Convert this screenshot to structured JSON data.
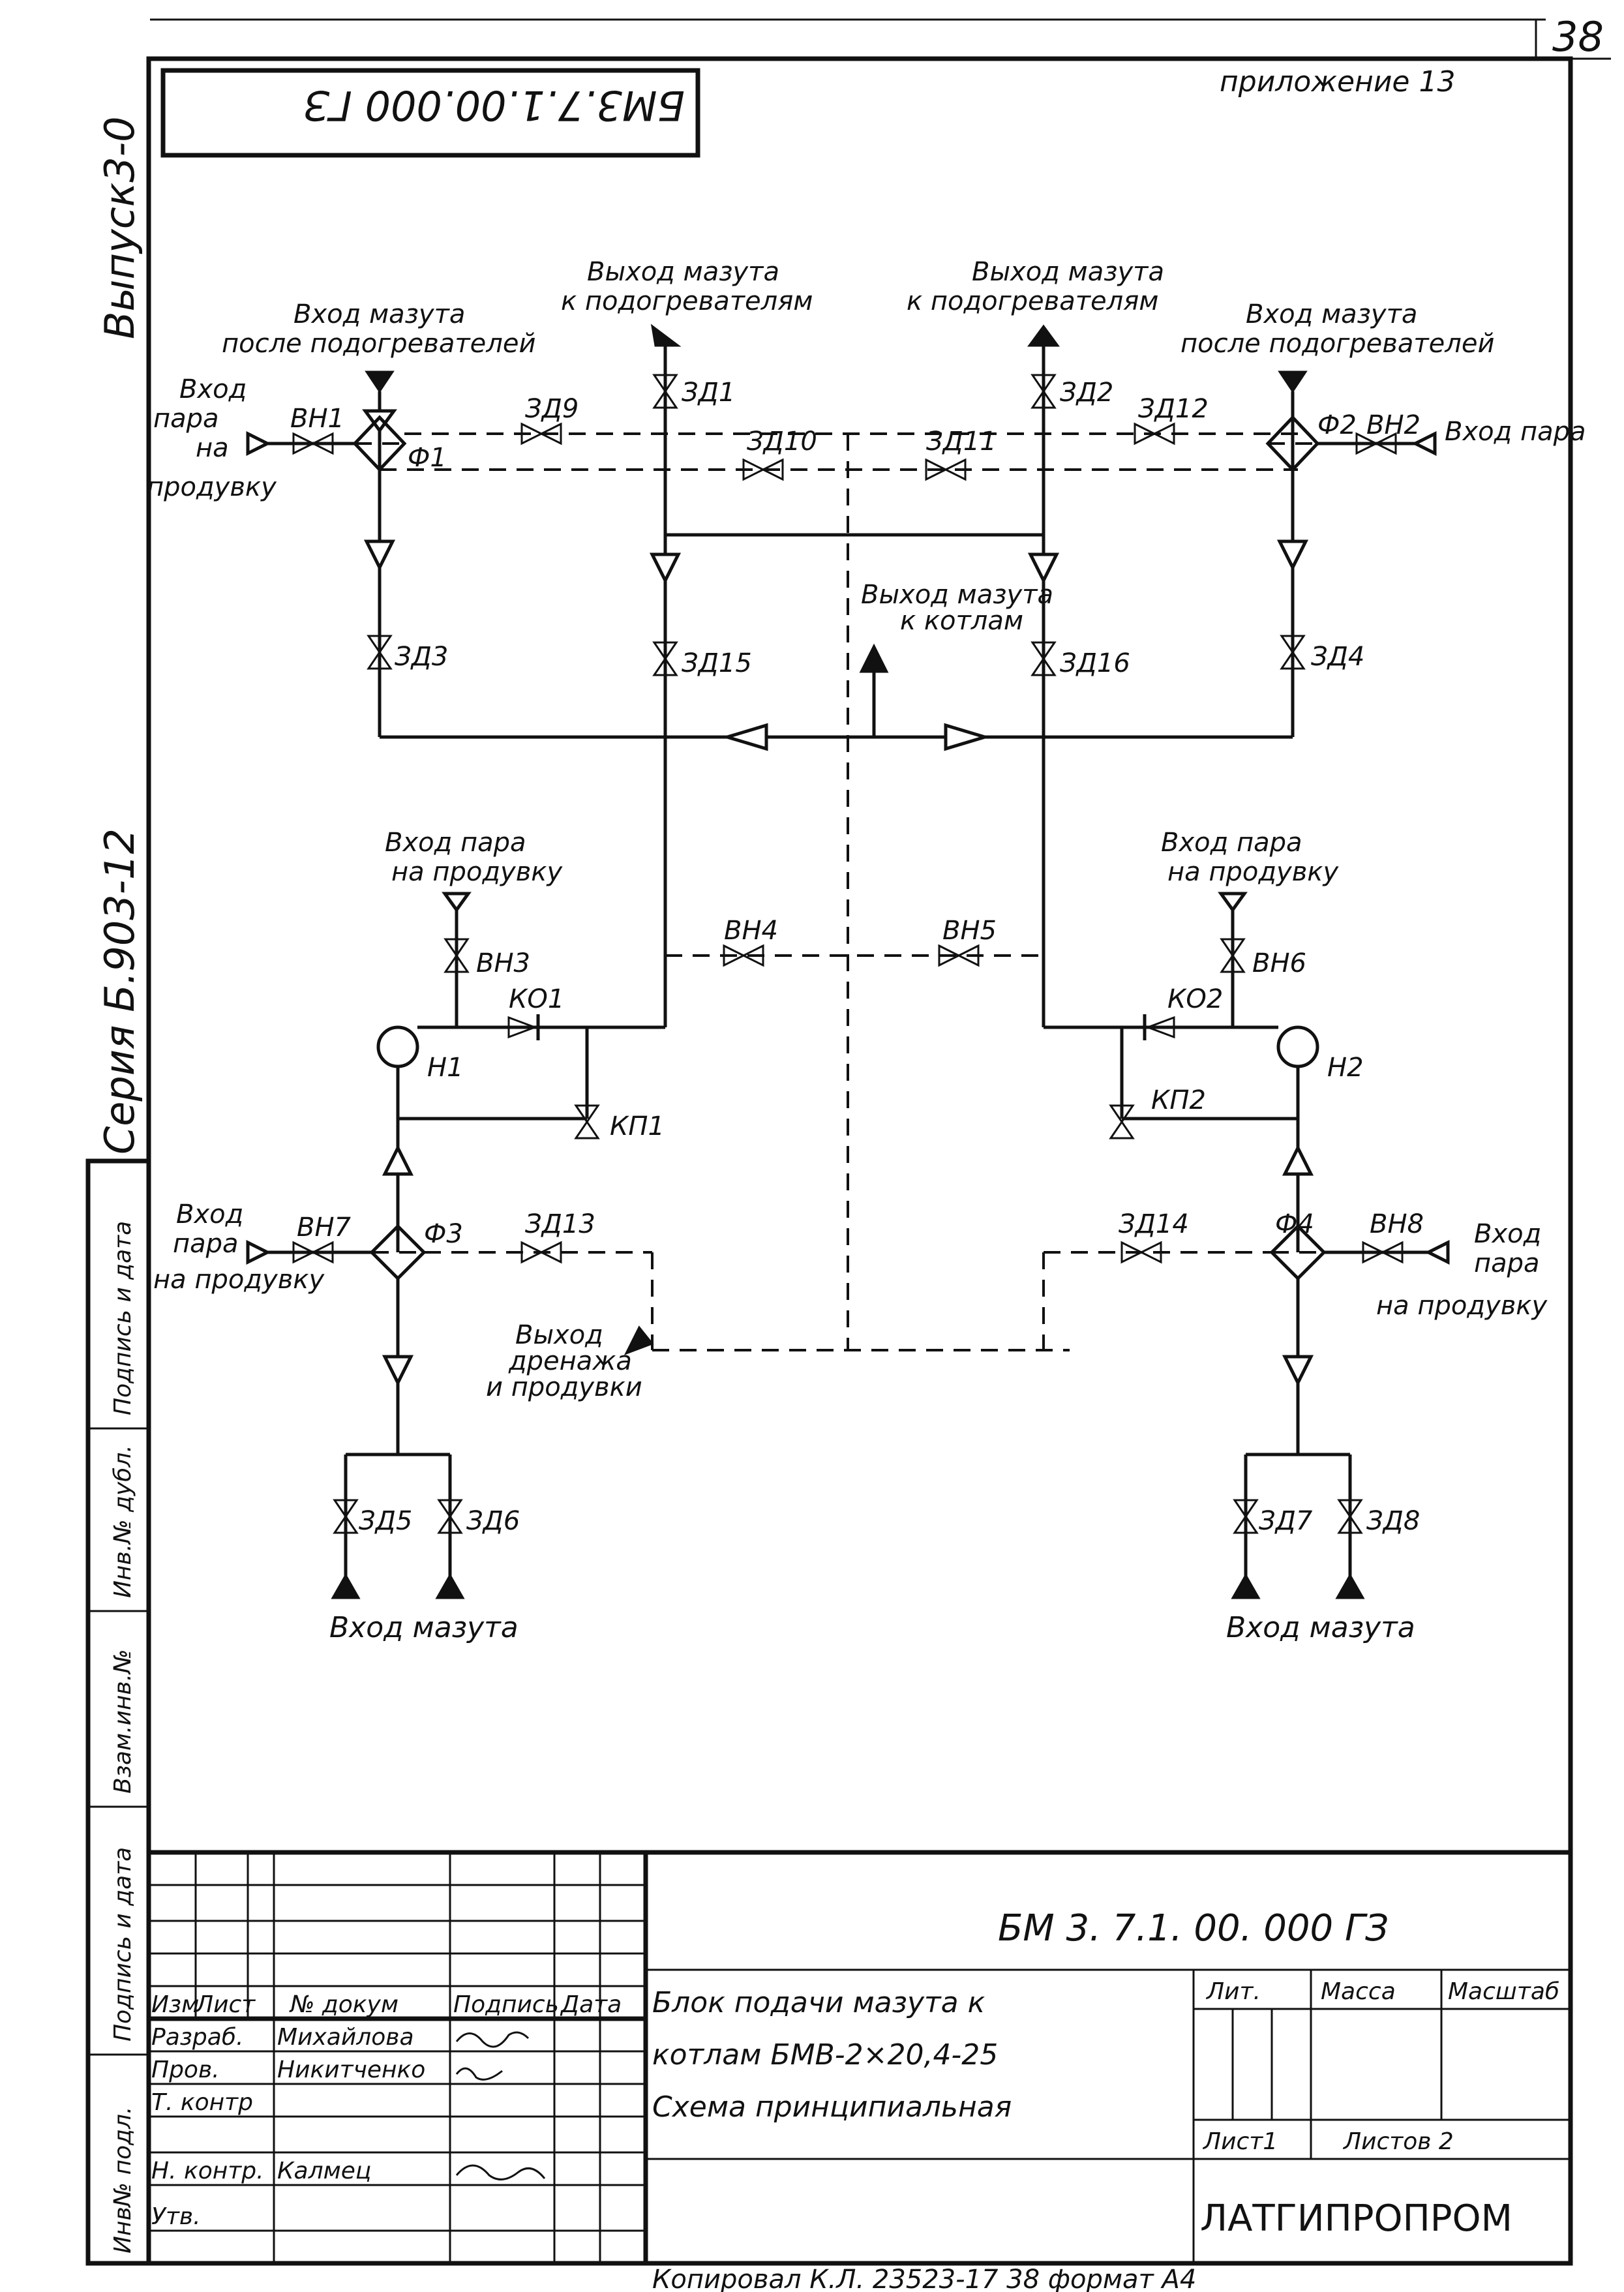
{
  "sheet": {
    "page_number": "38",
    "appendix": "приложение 13",
    "doc_code_rotated": "БМ3.7.1.00.000 ГЗ",
    "side_issue": "Выпуск3-0",
    "side_series": "Серия Б.903-12"
  },
  "margin_columns": [
    "Инв№ подл.",
    "Подпись и дата",
    "Взам.инв.№",
    "Инв.№ дубл.",
    "Подпись и дата"
  ],
  "diagram": {
    "in_fuel_after_heater_left": [
      "Вход мазута",
      "после подогревателей"
    ],
    "out_fuel_to_heater_left": [
      "Выход мазута",
      "к подогревателям"
    ],
    "out_fuel_to_heater_right": [
      "Выход мазута",
      "к подогревателям"
    ],
    "in_fuel_after_heater_right": [
      "Вход мазута",
      "после подогревателей"
    ],
    "in_steam_blow_top_left": [
      "Вход",
      "пара",
      "на",
      "продувку"
    ],
    "in_steam_top_right": "Вход пара",
    "out_fuel_to_boilers": [
      "Выход мазута",
      "к котлам"
    ],
    "in_steam_blow_mid_left": [
      "Вход пара",
      "на продувку"
    ],
    "in_steam_blow_mid_right": [
      "Вход пара",
      "на продувку"
    ],
    "in_steam_blow_low_left": [
      "Вход",
      "пара",
      "на продувку"
    ],
    "in_steam_blow_low_right": [
      "Вход",
      "пара",
      "на продувку"
    ],
    "out_drain": [
      "Выход",
      "дренажа",
      "и продувки"
    ],
    "in_fuel_bottom_left": "Вход мазута",
    "in_fuel_bottom_right": "Вход мазута",
    "tags": {
      "vn1": "ВН1",
      "f1": "Ф1",
      "zd9": "ЗД9",
      "zd1": "ЗД1",
      "zd10": "ЗД10",
      "zd11": "ЗД11",
      "zd2": "ЗД2",
      "zd12": "ЗД12",
      "f2": "Ф2",
      "vn2": "ВН2",
      "zd3": "ЗД3",
      "zd15": "ЗД15",
      "zd16": "ЗД16",
      "zd4": "ЗД4",
      "vn3": "ВН3",
      "vn4": "ВН4",
      "vn5": "ВН5",
      "vn6": "ВН6",
      "ko1": "КО1",
      "ko2": "КО2",
      "n1": "Н1",
      "n2": "Н2",
      "kp1": "КП1",
      "kp2": "КП2",
      "vn7": "ВН7",
      "f3": "Ф3",
      "zd13": "ЗД13",
      "zd14": "ЗД14",
      "f4": "Ф4",
      "vn8": "ВН8",
      "zd5": "ЗД5",
      "zd6": "ЗД6",
      "zd7": "ЗД7",
      "zd8": "ЗД8"
    }
  },
  "title_block": {
    "doc_code": "БМ 3. 7.1. 00. 000 ГЗ",
    "title_lines": [
      "Блок подачи мазута к",
      "котлам БМВ-2×20,4-25",
      "Схема принципиальная"
    ],
    "col_headers": [
      "Изм",
      "Лист",
      "№ докум",
      "Подпись",
      "Дата"
    ],
    "roles": [
      "Разраб.",
      "Пров.",
      "Т. контр",
      "",
      "Н. контр.",
      "Утв."
    ],
    "names": [
      "Михайлова",
      "Никитченко",
      "",
      "",
      "Калмец",
      ""
    ],
    "lit_label": "Лит.",
    "mass_label": "Масса",
    "scale_label": "Масштаб",
    "sheet_label": "Лист1",
    "sheets_label": "Листов 2",
    "org": "ЛАТГИПРОПРОМ"
  },
  "footer_note": "Копировал К.Л. 23523-17 38 формат А4"
}
